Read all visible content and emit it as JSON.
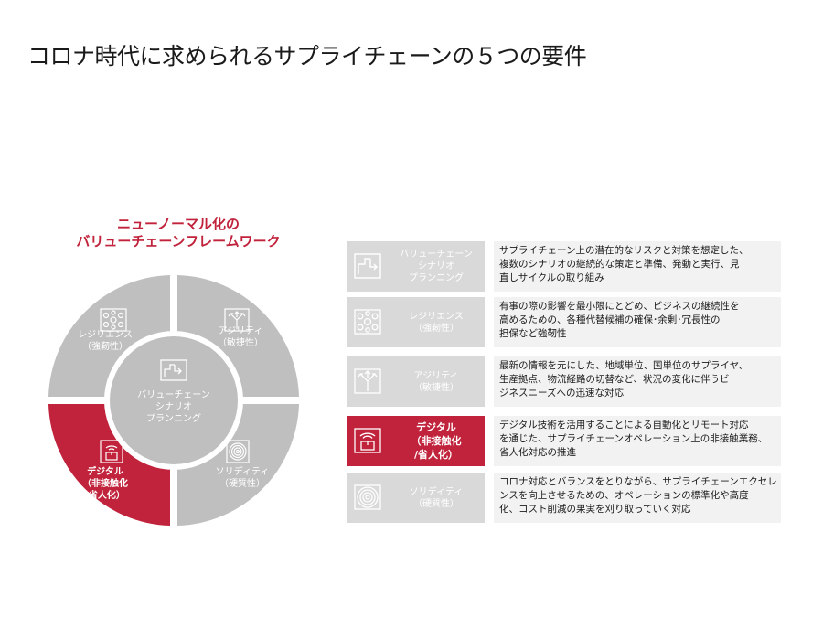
{
  "title": "コロナ時代に求められるサプライチェーンの５つの要件",
  "wheel": {
    "heading": [
      "ニューノーマル化の",
      "バリューチェーンフレームワーク"
    ],
    "center": [
      "バリューチェーン",
      "シナリオ",
      "プランニング"
    ],
    "segments": {
      "resilience": [
        "レジリエンス",
        "（強靭性）"
      ],
      "agility": [
        "アジリティ",
        "（敏捷性）"
      ],
      "digital": [
        "デジタル",
        "（非接触化",
        "/省人化）"
      ],
      "solidity": [
        "ソリディティ",
        "（硬質性）"
      ]
    },
    "colors": {
      "gray": "#bfbfbf",
      "red": "#c0233b",
      "center": "#bfbfbf"
    }
  },
  "requirements": [
    {
      "icon": "flowchart-icon",
      "label": [
        "バリューチェーン",
        "シナリオ",
        "プランニング"
      ],
      "desc": [
        "サプライチェーン上の潜在的なリスクと対策を想定した、",
        "複数のシナリオの継続的な策定と準備、発動と実行、見",
        "直しサイクルの取り組み"
      ]
    },
    {
      "icon": "network-icon",
      "label": [
        "レジリエンス",
        "（強靭性）"
      ],
      "desc": [
        "有事の際の影響を最小限にとどめ、ビジネスの継続性を",
        "高めるための、各種代替候補の確保･余剰･冗長性の",
        "担保など強靭性"
      ]
    },
    {
      "icon": "branching-arrows-icon",
      "label": [
        "アジリティ",
        "（敏捷性）"
      ],
      "desc": [
        "最新の情報を元にした、地域単位、国単位のサプライヤ、",
        "生産拠点、物流経路の切替など、状況の変化に伴うビ",
        "ジネスニーズへの迅速な対応"
      ]
    },
    {
      "icon": "wireless-box-icon",
      "label": [
        "デジタル",
        "（非接触化",
        "/省人化）"
      ],
      "active": true,
      "desc": [
        "デジタル技術を活用することによる自動化とリモート対応",
        "を通じた、サプライチェーンオペレーション上の非接触業務、",
        "省人化対応の推進"
      ]
    },
    {
      "icon": "concentric-circles-icon",
      "label": [
        "ソリディティ",
        "（硬質性）"
      ],
      "desc": [
        "コロナ対応とバランスをとりながら、サプライチェーンエクセレ",
        "ンスを向上させるための、オペレーションの標準化や高度",
        "化、コスト削減の果実を刈り取っていく対応"
      ]
    }
  ]
}
